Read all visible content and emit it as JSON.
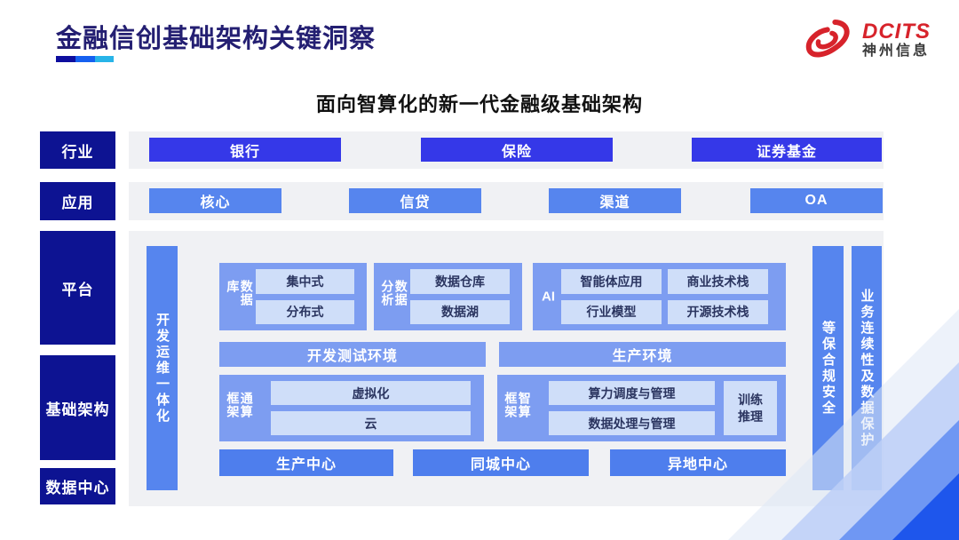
{
  "header": {
    "title": "金融信创基础架构关键洞察",
    "logo_brand": "DCITS",
    "logo_company": "神州信息"
  },
  "subtitle": "面向智算化的新一代金融级基础架构",
  "rows": {
    "industry": {
      "label": "行业",
      "items": [
        "银行",
        "保险",
        "证券基金"
      ]
    },
    "application": {
      "label": "应用",
      "items": [
        "核心",
        "信贷",
        "渠道",
        "OA"
      ]
    },
    "platform": {
      "label": "平台"
    },
    "infrastructure": {
      "label": "基础架构"
    },
    "datacenter": {
      "label": "数据中心"
    }
  },
  "diagram": {
    "devops_bar": "开发运维一体化",
    "security_bar": "等保合规安全",
    "continuity_bar": "业务连续性及数据保护",
    "database": {
      "label": "数据库",
      "items": [
        "集中式",
        "分布式"
      ]
    },
    "analytics": {
      "label": "数据分析",
      "items": [
        "数据仓库",
        "数据湖"
      ]
    },
    "ai": {
      "label": "AI",
      "items": [
        "智能体应用",
        "商业技术栈",
        "行业模型",
        "开源技术栈"
      ]
    },
    "environments": [
      "开发测试环境",
      "生产环境"
    ],
    "general_framework": {
      "label": "通算框架",
      "items": [
        "虚拟化",
        "云"
      ]
    },
    "intelligent_framework": {
      "label": "智算框架",
      "items": [
        "算力调度与管理",
        "数据处理与管理"
      ],
      "side_item": "训练推理"
    },
    "centers": [
      "生产中心",
      "同城中心",
      "异地中心"
    ]
  },
  "colors": {
    "title_navy": "#241f72",
    "deep_navy": "#0d1392",
    "royal_blue": "#3538e8",
    "mid_blue": "#5685ee",
    "soft_blue": "#7d9df1",
    "light_box": "#cfdef9",
    "panel_gray": "#f0f1f4",
    "brand_red": "#d7232b",
    "underline": [
      "#0e0e9e",
      "#1560f0",
      "#28b4e8"
    ]
  }
}
